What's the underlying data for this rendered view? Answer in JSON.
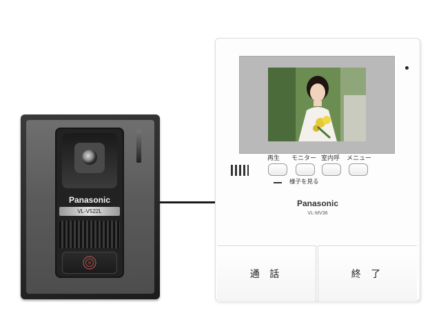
{
  "door_station": {
    "brand": "Panasonic",
    "model": "VL-V522L",
    "icons": [
      "camera-lens-icon",
      "speaker-grille-icon",
      "call-button-icon"
    ]
  },
  "monitor": {
    "brand": "Panasonic",
    "model": "VL-MV36",
    "buttons": [
      {
        "label": "再生"
      },
      {
        "label": "モニター",
        "sublabel": "様子を見る"
      },
      {
        "label": "室内呼"
      },
      {
        "label": "メニュー"
      }
    ],
    "talk_button": "通 話",
    "end_button": "終 了",
    "screen_image": "video-feed-woman-with-flowers"
  },
  "colors": {
    "door_body": "#2a2a2a",
    "door_face": "#5e5e5e",
    "monitor_body": "#fdfdfd",
    "cable": "#1a1a1a"
  }
}
